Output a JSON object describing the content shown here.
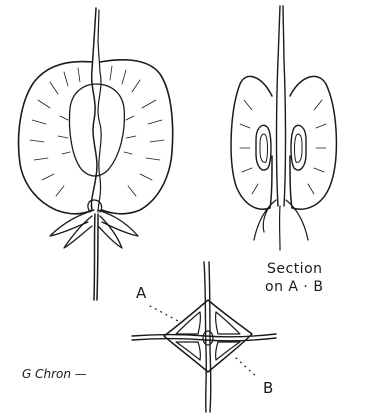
{
  "labels": {
    "point_a": "A",
    "point_b": "B",
    "section_line1": "Section",
    "section_line2": "on A · B",
    "signature": "G Chron —"
  }
}
